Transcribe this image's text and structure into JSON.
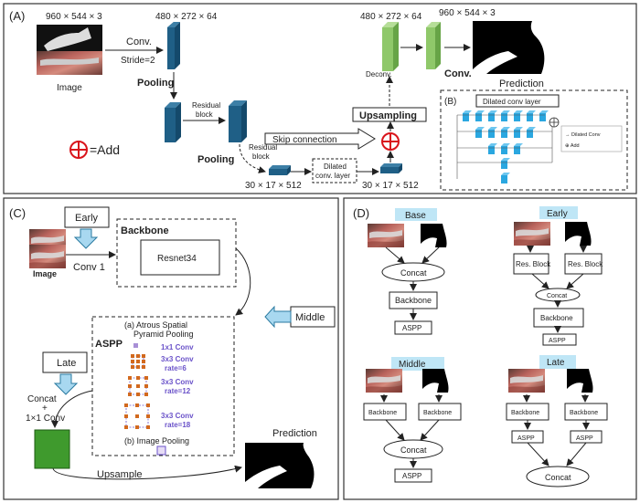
{
  "panel_a": {
    "tag": "(A)",
    "dim_image": "960 × 544 × 3",
    "dim_enc": "480 × 272 × 64",
    "dim_dec": "480 × 272 × 64",
    "dim_out": "960 × 544 × 3",
    "dim_bottleneck_left": "30 × 17 × 512",
    "dim_bottleneck_right": "30 × 17 × 512",
    "image_label": "Image",
    "conv_label": "Conv.",
    "stride_label": "Stride=2",
    "pooling1": "Pooling",
    "pooling2": "Pooling",
    "residual1_line1": "Residual",
    "residual1_line2": "block",
    "residual2_line1": "Residual",
    "residual2_line2": "block",
    "skip_label": "Skip connection",
    "dilated_line1": "Dilated",
    "dilated_line2": "conv. layer",
    "upsampling": "Upsampling",
    "deconv": "Deconv.",
    "conv_out": "Conv.",
    "prediction": "Prediction",
    "add_label": "=Add"
  },
  "panel_b": {
    "tag": "(B)",
    "title": "Dilated conv layer",
    "legend_line": "→ Dilated Conv",
    "legend_add": "⊕ Add"
  },
  "panel_c": {
    "tag": "(C)",
    "early": "Early",
    "conv1": "Conv 1",
    "image": "Image",
    "backbone": "Backbone",
    "resnet": "Resnet34",
    "middle": "Middle",
    "late": "Late",
    "aspp": "ASPP",
    "aspp_title_line1": "(a) Atrous Spatial",
    "aspp_title_line2": "Pyramid Pooling",
    "conv_1x1": "1x1 Conv",
    "conv_r6_line1": "3x3 Conv",
    "conv_r6_line2": "rate=6",
    "conv_r12_line1": "3x3 Conv",
    "conv_r12_line2": "rate=12",
    "conv_r18_line1": "3x3 Conv",
    "conv_r18_line2": "rate=18",
    "image_pooling": "(b) Image Pooling",
    "concat_line1": "Concat",
    "concat_plus": "+",
    "concat_line2": "1×1 Conv",
    "upsample": "Upsample",
    "prediction": "Prediction"
  },
  "panel_d": {
    "tag": "(D)",
    "base": {
      "title": "Base",
      "concat": "Concat",
      "backbone": "Backbone",
      "aspp": "ASPP"
    },
    "early": {
      "title": "Early",
      "res1": "Res. Block",
      "res2": "Res. Block",
      "concat": "Concat",
      "backbone": "Backbone",
      "aspp": "ASPP"
    },
    "middle": {
      "title": "Middle",
      "bb1": "Backbone",
      "bb2": "Backbone",
      "concat": "Concat",
      "aspp": "ASPP"
    },
    "late": {
      "title": "Late",
      "bb1": "Backbone",
      "bb2": "Backbone",
      "aspp1": "ASPP",
      "aspp2": "ASPP",
      "concat": "Concat"
    }
  },
  "colors": {
    "encoder_blue": "#1f5f86",
    "decoder_green": "#8fc86a",
    "cube_blue": "#2aa7e0",
    "arrow_fill": "#a8d8f0",
    "title_fill": "#bfe6f6",
    "add_red": "#d9141b",
    "late_green": "#3f9a2d",
    "aspp_purple": "#6a52c9",
    "grid_orange": "#d2691e"
  }
}
